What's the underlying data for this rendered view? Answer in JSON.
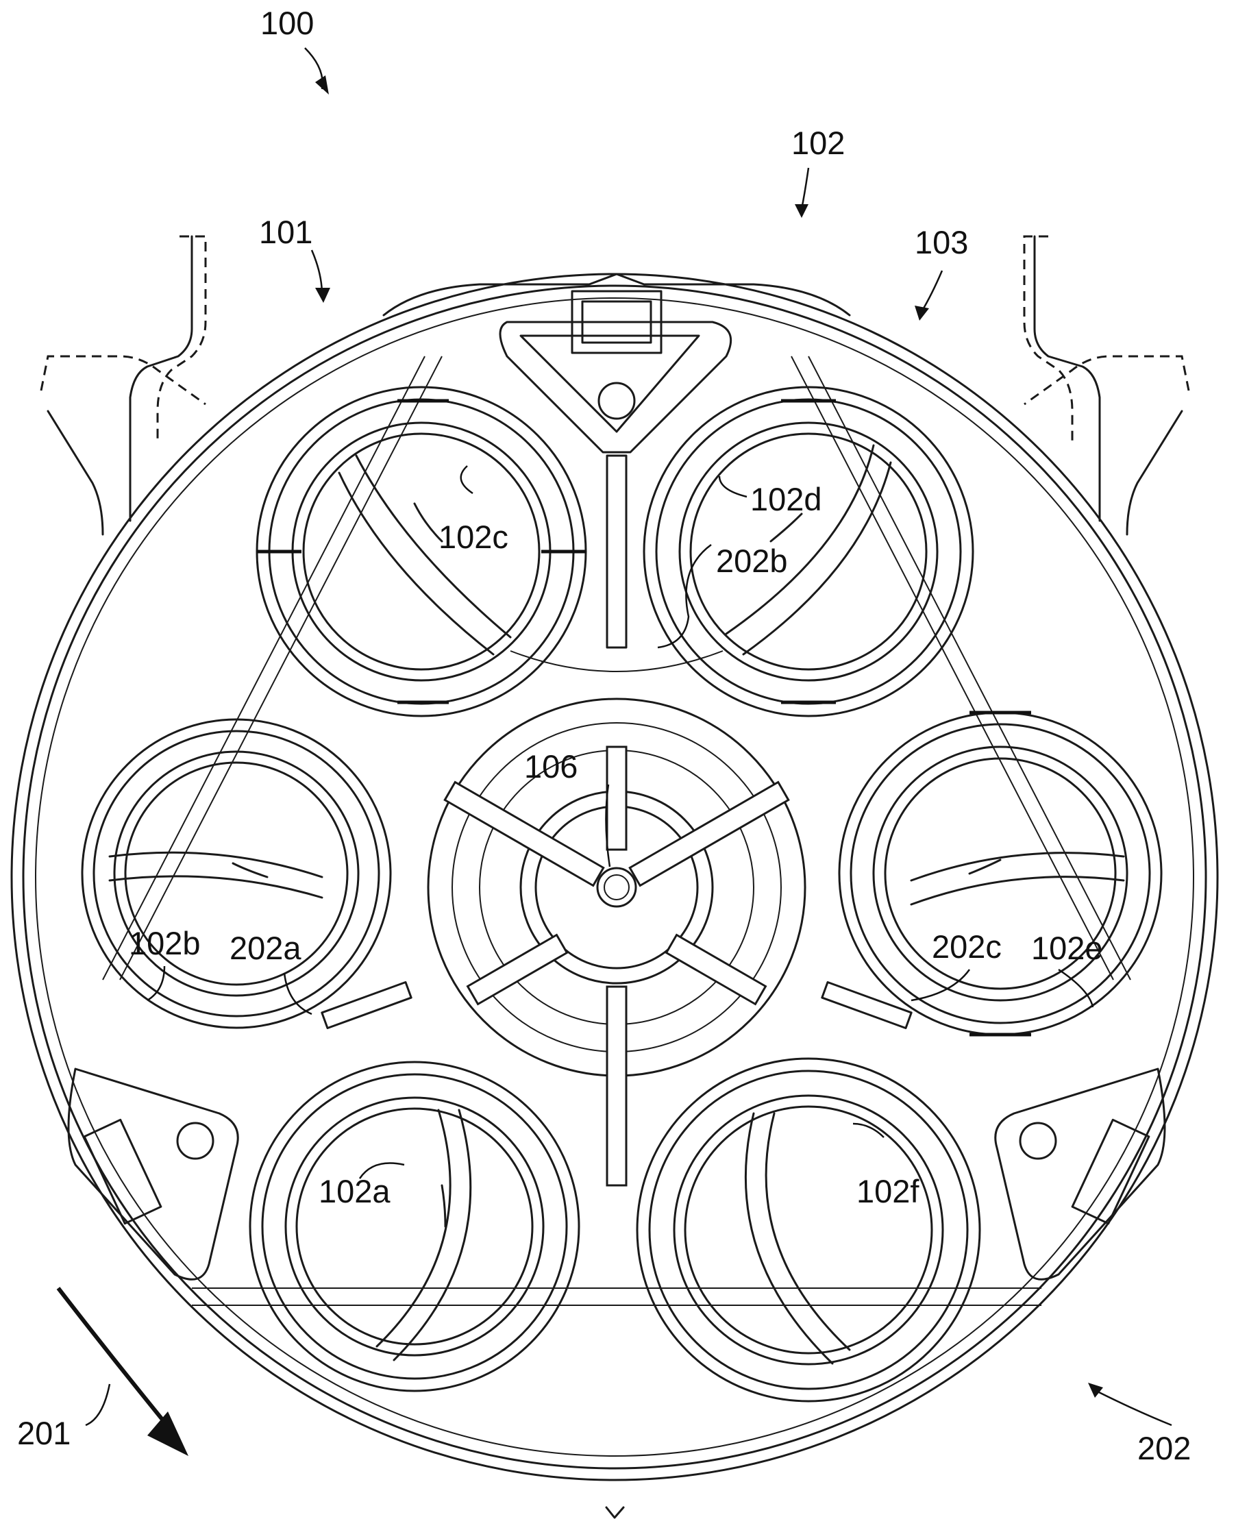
{
  "labels": {
    "l100": "100",
    "l101": "101",
    "l102": "102",
    "l103": "103",
    "l102a": "102a",
    "l102b": "102b",
    "l102c": "102c",
    "l102d": "102d",
    "l102e": "102e",
    "l102f": "102f",
    "l106": "106",
    "l201": "201",
    "l202": "202",
    "l202a": "202a",
    "l202b": "202b",
    "l202c": "202c"
  }
}
